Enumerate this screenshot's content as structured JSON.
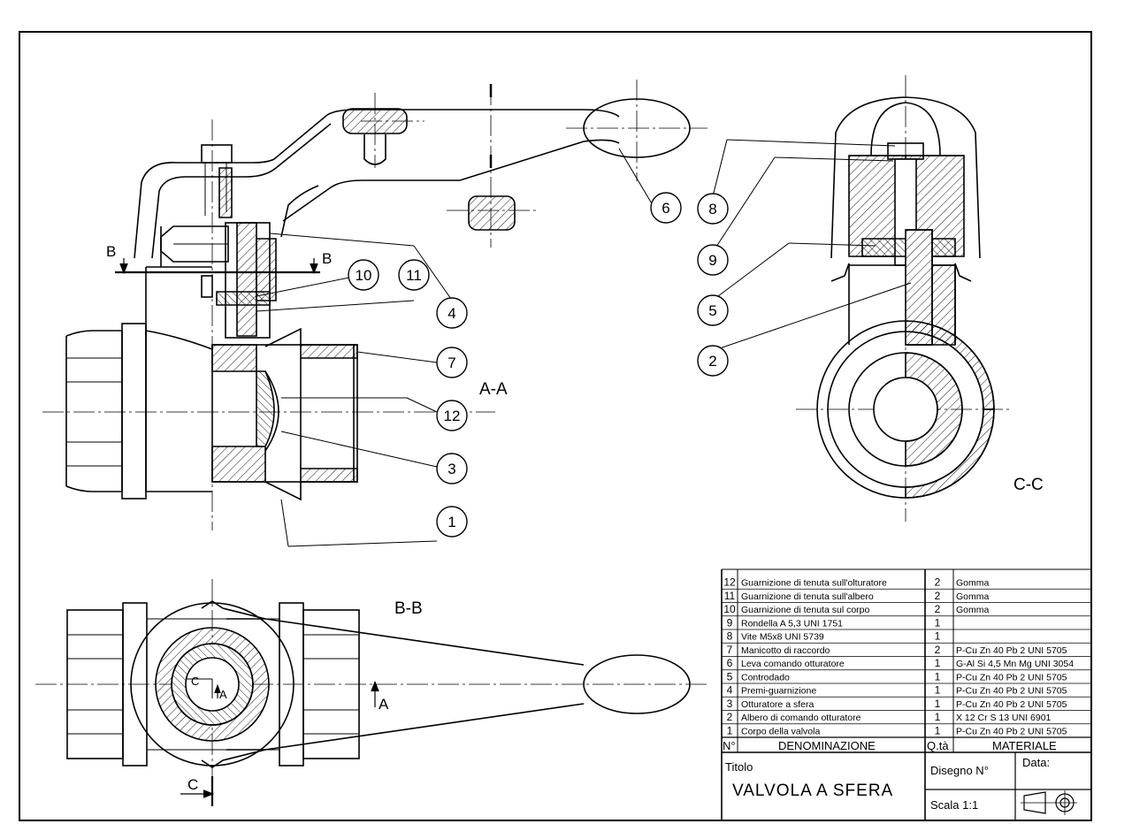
{
  "views": {
    "aa": "A-A",
    "bb": "B-B",
    "cc": "C-C"
  },
  "section_marks": {
    "b_left": "B",
    "b_right": "B",
    "a_right": "A",
    "a_inner": "A",
    "c_bottom": "C",
    "c_inner": "C"
  },
  "balloons": {
    "aa": [
      "10",
      "11",
      "4",
      "7",
      "12",
      "3",
      "1",
      "6"
    ],
    "cc": [
      "8",
      "9",
      "5",
      "2"
    ]
  },
  "bom": {
    "rows": [
      {
        "n": "12",
        "name": "Guarnizione di tenuta sull'olturatore",
        "qty": "2",
        "mat": "Gomma"
      },
      {
        "n": "11",
        "name": "Guarnizione di tenuta sull'albero",
        "qty": "2",
        "mat": "Gomma"
      },
      {
        "n": "10",
        "name": "Guarnizione di tenuta sul corpo",
        "qty": "2",
        "mat": "Gomma"
      },
      {
        "n": "9",
        "name": "Rondella   A 5,3  UNI 1751",
        "qty": "1",
        "mat": ""
      },
      {
        "n": "8",
        "name": "Vite M5x8  UNI 5739",
        "qty": "1",
        "mat": ""
      },
      {
        "n": "7",
        "name": "Manicotto di raccordo",
        "qty": "2",
        "mat": "P-Cu Zn 40 Pb 2 UNI 5705"
      },
      {
        "n": "6",
        "name": "Leva comando otturatore",
        "qty": "1",
        "mat": "G-Al Si 4,5 Mn Mg UNI 3054"
      },
      {
        "n": "5",
        "name": "Controdado",
        "qty": "1",
        "mat": "P-Cu Zn 40 Pb 2 UNI 5705"
      },
      {
        "n": "4",
        "name": "Premi-guarnizione",
        "qty": "1",
        "mat": "P-Cu Zn 40 Pb 2 UNI 5705"
      },
      {
        "n": "3",
        "name": "Otturatore a sfera",
        "qty": "1",
        "mat": "P-Cu Zn 40 Pb 2 UNI 5705"
      },
      {
        "n": "2",
        "name": "Albero di comando otturatore",
        "qty": "1",
        "mat": "X 12 Cr S 13 UNI 6901"
      },
      {
        "n": "1",
        "name": "Corpo della valvola",
        "qty": "1",
        "mat": "P-Cu Zn 40 Pb 2 UNI 5705"
      }
    ],
    "header": {
      "n": "N°",
      "name": "DENOMINAZIONE",
      "qty": "Q.tà",
      "mat": "MATERIALE"
    }
  },
  "title_block": {
    "titolo_label": "Titolo",
    "title": "VALVOLA  A  SFERA",
    "disegno_label": "Disegno N°",
    "data_label": "Data:",
    "scala_label": "Scala 1:1",
    "projection_symbol": "first-angle-projection-icon"
  },
  "colors": {
    "line": "#000000",
    "paper": "#ffffff"
  }
}
